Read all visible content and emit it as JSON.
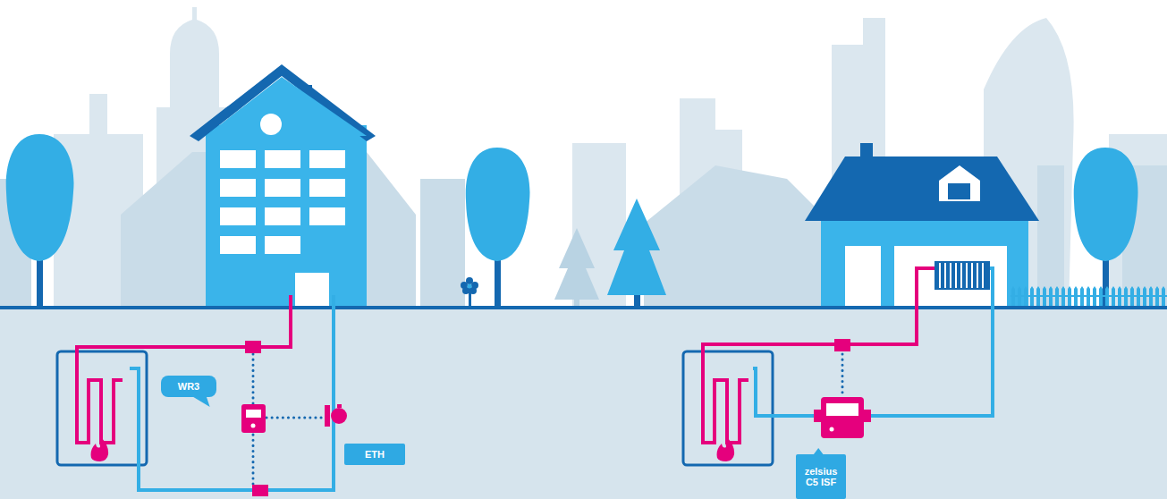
{
  "diagram": {
    "nodes": [
      {
        "text": [
          "WR3"
        ]
      },
      {
        "text": [
          "ETH"
        ]
      },
      {
        "text": [
          "zelsius C5 ISF"
        ]
      }
    ]
  }
}
